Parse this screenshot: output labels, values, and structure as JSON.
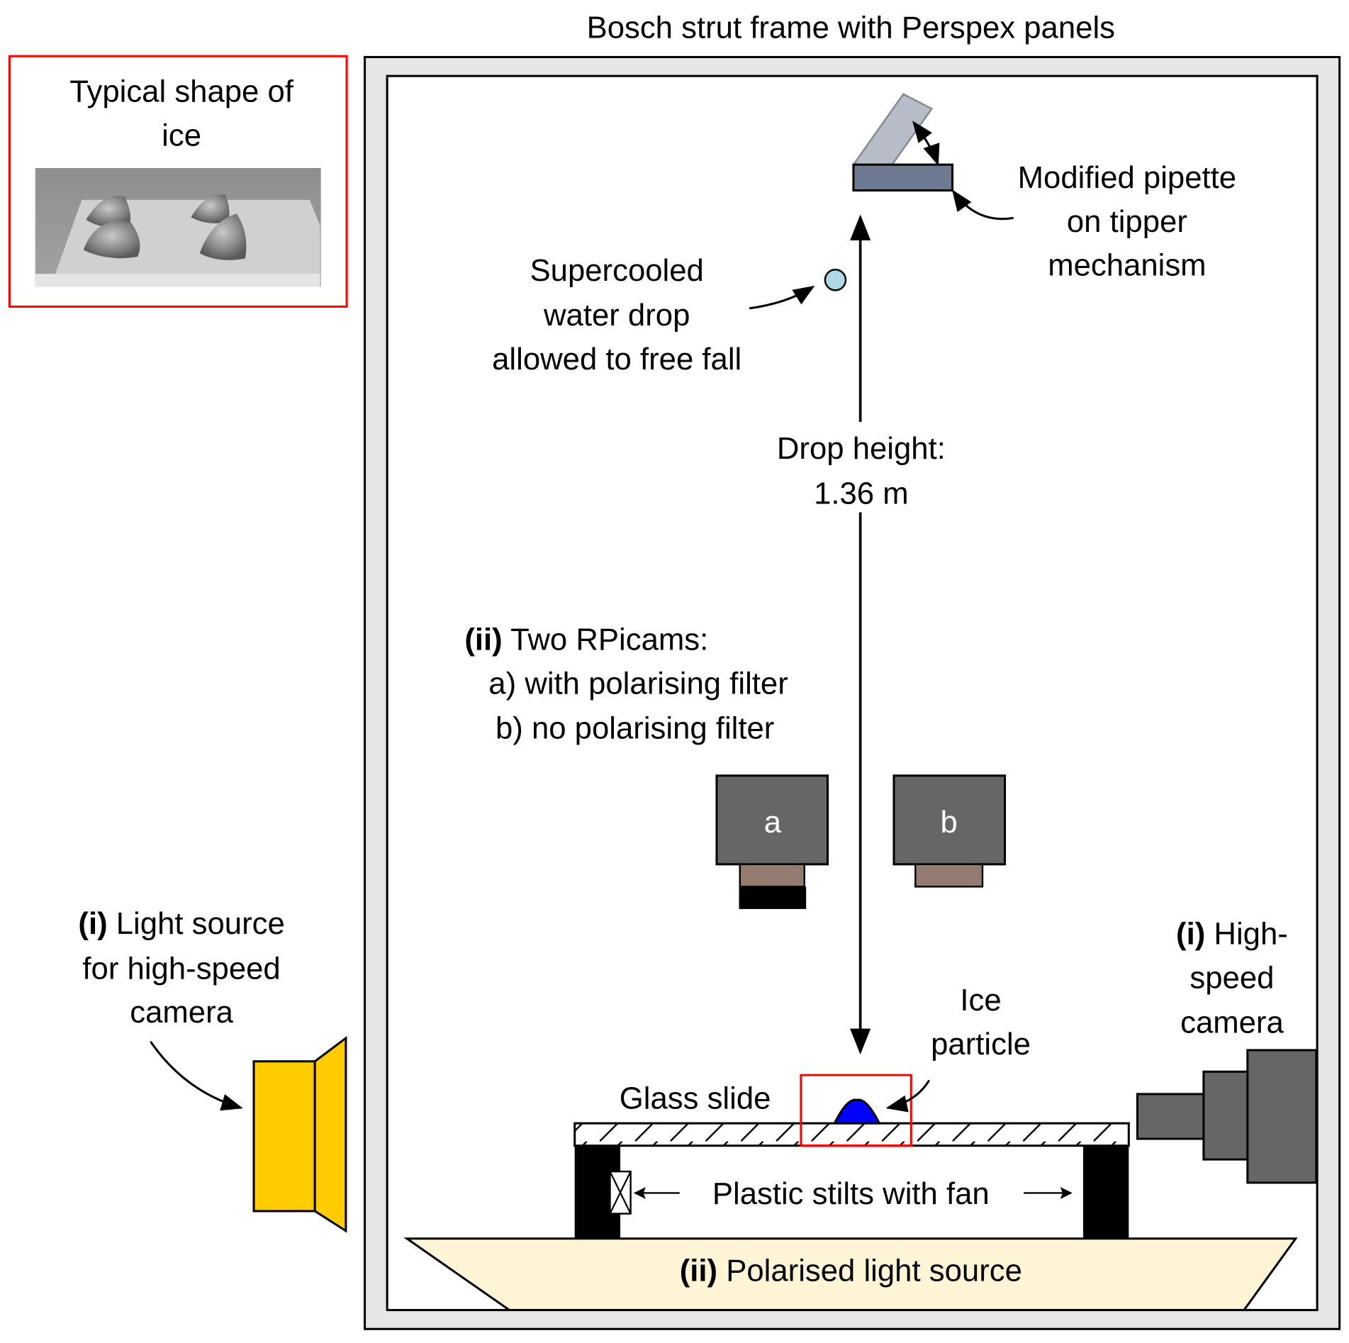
{
  "title": "Bosch strut frame with Perspex panels",
  "inset": {
    "title_lines": [
      "Typical shape of",
      "ice"
    ],
    "photo_description": "Photo of four ice particles on a glass slide"
  },
  "pipette": {
    "label_lines": [
      "Modified pipette",
      "on tipper",
      "mechanism"
    ]
  },
  "water_drop": {
    "label_lines": [
      "Supercooled",
      "water drop",
      "allowed to free fall"
    ],
    "color": "#add8e6"
  },
  "drop_height": {
    "label_lines": [
      "Drop height:",
      "1.36 m"
    ]
  },
  "rpicams": {
    "prefix": "(ii)",
    "heading": " Two RPicams:",
    "line_a": "a) with polarising filter",
    "line_b": "b) no polarising filter",
    "camera_a": "a",
    "camera_b": "b"
  },
  "light_source": {
    "prefix": "(i)",
    "line1": " Light source",
    "line2": "for high-speed",
    "line3": "camera",
    "color": "#ffcc00"
  },
  "high_speed_camera": {
    "prefix": "(i)",
    "line1": " High-",
    "line2": "speed",
    "line3": "camera"
  },
  "ice_particle": {
    "label_lines": [
      "Ice",
      "particle"
    ],
    "color": "#0000ff"
  },
  "glass_slide": {
    "label": "Glass slide"
  },
  "stilts": {
    "label": "Plastic stilts with fan"
  },
  "polarised_light": {
    "prefix": "(ii)",
    "label": " Polarised light source",
    "color": "#fff5d6"
  },
  "colors": {
    "frame_outer": "#e6e6e6",
    "highlight_red": "#ff0000",
    "camera_body": "#666666",
    "lens_brown": "#937c6f",
    "pipette_dark": "#6e7a90",
    "pipette_light": "#b6bcc8"
  }
}
